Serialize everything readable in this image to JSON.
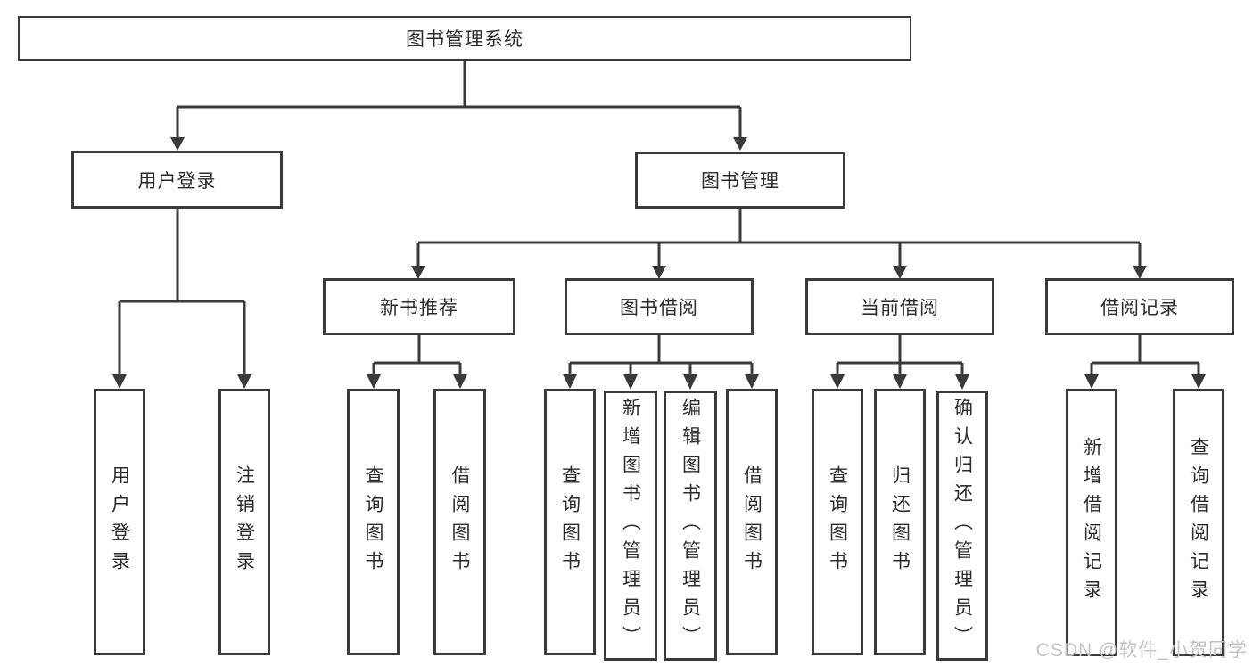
{
  "colors": {
    "line": "#3a3a3a",
    "box_border": "#3a3a3a",
    "text": "#2b2b2b",
    "background": "#ffffff",
    "watermark": "#c3c3c3"
  },
  "root": {
    "label": "图书管理系统"
  },
  "level1": [
    {
      "id": "user-login",
      "label": "用户登录"
    },
    {
      "id": "book-management",
      "label": "图书管理"
    }
  ],
  "level2": [
    {
      "id": "new-book-recommend",
      "parent": "图书管理",
      "label": "新书推荐"
    },
    {
      "id": "book-borrowing",
      "parent": "图书管理",
      "label": "图书借阅"
    },
    {
      "id": "current-borrowing",
      "parent": "图书管理",
      "label": "当前借阅"
    },
    {
      "id": "borrowing-records",
      "parent": "图书管理",
      "label": "借阅记录"
    }
  ],
  "leaves": [
    {
      "id": "user-login-leaf",
      "parent": "用户登录",
      "label": "用户登录"
    },
    {
      "id": "logout",
      "parent": "用户登录",
      "label": "注销登录"
    },
    {
      "id": "nbr-query-books",
      "parent": "新书推荐",
      "label": "查询图书"
    },
    {
      "id": "nbr-borrow-books",
      "parent": "新书推荐",
      "label": "借阅图书"
    },
    {
      "id": "bb-query-books",
      "parent": "图书借阅",
      "label": "查询图书"
    },
    {
      "id": "bb-add-books-admin",
      "parent": "图书借阅",
      "label": "新增图书（管理员）"
    },
    {
      "id": "bb-edit-books-admin",
      "parent": "图书借阅",
      "label": "编辑图书（管理员）"
    },
    {
      "id": "bb-borrow-books",
      "parent": "图书借阅",
      "label": "借阅图书"
    },
    {
      "id": "cb-query-books",
      "parent": "当前借阅",
      "label": "查询图书"
    },
    {
      "id": "cb-return-books",
      "parent": "当前借阅",
      "label": "归还图书"
    },
    {
      "id": "cb-confirm-return-admin",
      "parent": "当前借阅",
      "label": "确认归还（管理员）"
    },
    {
      "id": "br-add-record",
      "parent": "借阅记录",
      "label": "新增借阅记录"
    },
    {
      "id": "br-query-record",
      "parent": "借阅记录",
      "label": "查询借阅记录"
    }
  ],
  "watermark": {
    "text": "CSDN @软件_小贺同学"
  }
}
